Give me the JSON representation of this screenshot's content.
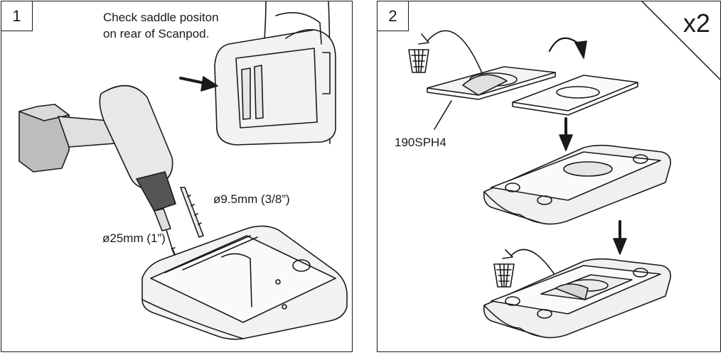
{
  "panel1": {
    "step": "1",
    "instruction_line1": "Check saddle positon",
    "instruction_line2": "on rear of Scanpod.",
    "dim_small": "ø9.5mm (3/8”)",
    "dim_large": "ø25mm (1”)"
  },
  "panel2": {
    "step": "2",
    "quantity": "x2",
    "part_number": "190SPH4"
  }
}
